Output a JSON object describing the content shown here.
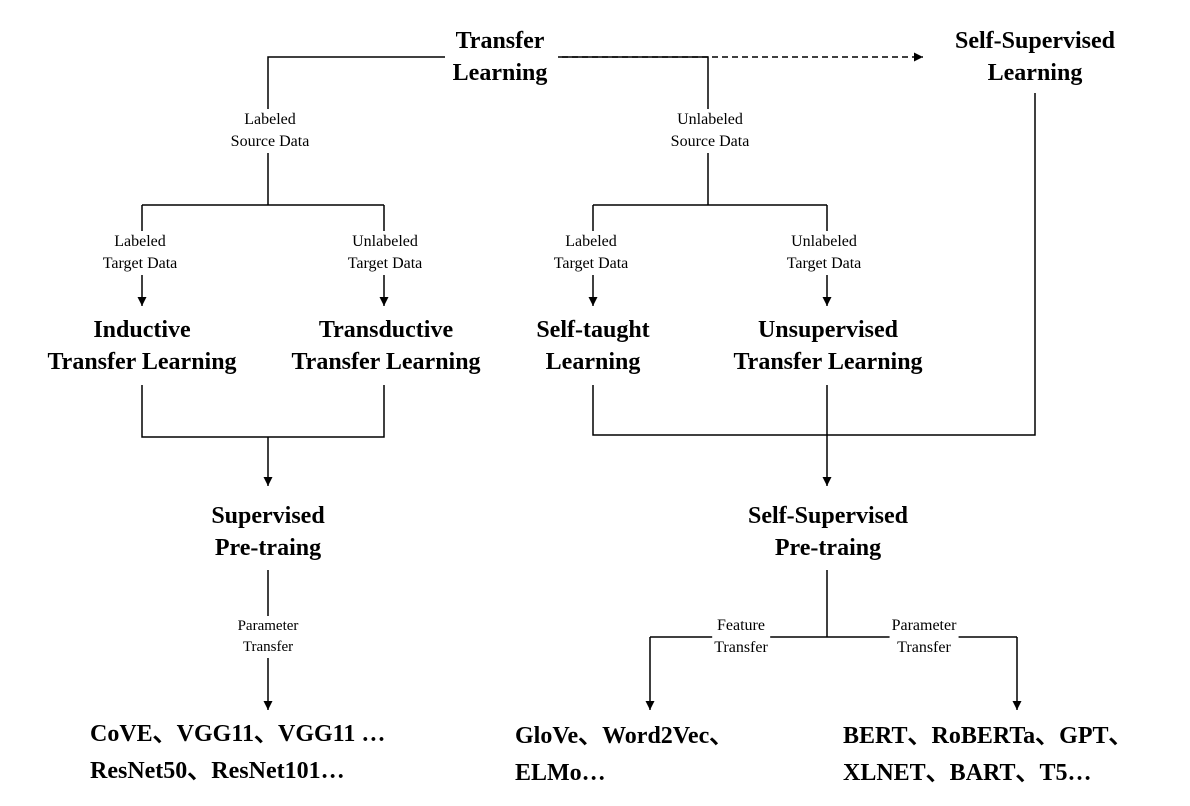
{
  "nodes": {
    "transfer_learning": [
      "Transfer",
      "Learning"
    ],
    "self_supervised_learning": [
      "Self-Supervised",
      "Learning"
    ],
    "inductive": [
      "Inductive",
      "Transfer Learning"
    ],
    "transductive": [
      "Transductive",
      "Transfer Learning"
    ],
    "self_taught": [
      "Self-taught",
      "Learning"
    ],
    "unsupervised": [
      "Unsupervised",
      "Transfer Learning"
    ],
    "supervised_pretraining": [
      "Supervised",
      "Pre-traing"
    ],
    "self_supervised_pretraining": [
      "Self-Supervised",
      "Pre-traing"
    ]
  },
  "edge_labels": {
    "labeled_source": [
      "Labeled",
      "Source Data"
    ],
    "unlabeled_source": [
      "Unlabeled",
      "Source Data"
    ],
    "left_labeled_target": [
      "Labeled",
      "Target Data"
    ],
    "left_unlabeled_target": [
      "Unlabeled",
      "Target Data"
    ],
    "right_labeled_target": [
      "Labeled",
      "Target Data"
    ],
    "right_unlabeled_target": [
      "Unlabeled",
      "Target Data"
    ],
    "param_transfer_left": [
      "Parameter",
      "Transfer"
    ],
    "feature_transfer": [
      "Feature",
      "Transfer"
    ],
    "param_transfer_right": [
      "Parameter",
      "Transfer"
    ]
  },
  "examples": {
    "supervised_models": [
      "CoVE、VGG11、VGG11 …",
      "ResNet50、ResNet101…"
    ],
    "feature_models": [
      "GloVe、Word2Vec、",
      "ELMo…"
    ],
    "parameter_models": [
      "BERT、RoBERTa、GPT、",
      "XLNET、BART、T5…"
    ]
  }
}
